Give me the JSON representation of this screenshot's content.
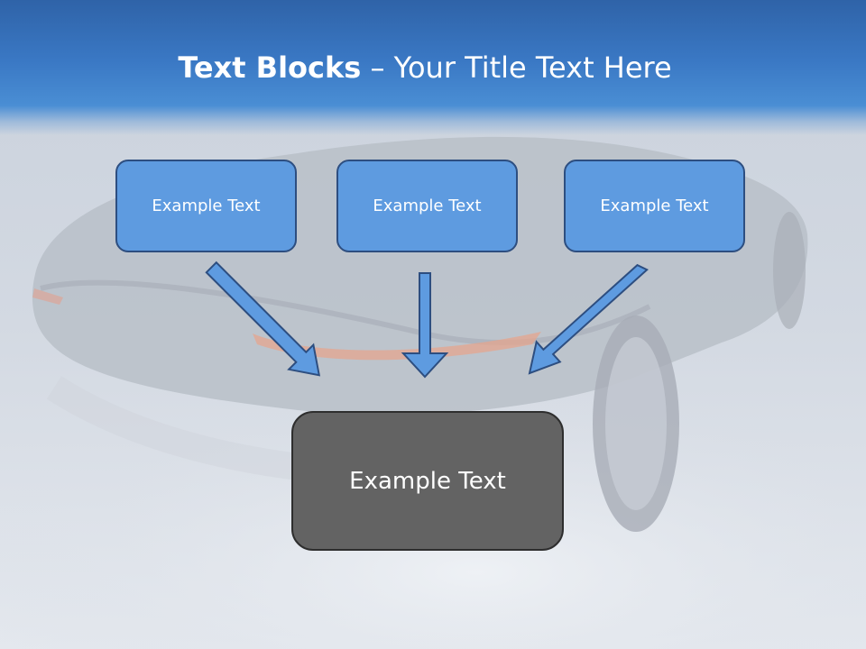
{
  "title": {
    "bold": "Text Blocks",
    "rest": " – Your Title Text Here"
  },
  "blocks": [
    {
      "label": "Example Text"
    },
    {
      "label": "Example Text"
    },
    {
      "label": "Example Text"
    }
  ],
  "main_block": {
    "label": "Example Text"
  },
  "colors": {
    "header": "#3a78c4",
    "block_fill": "#5e9be0",
    "block_border": "#2d4e80",
    "arrow_fill": "#5e9be0",
    "main_fill": "#636363"
  }
}
